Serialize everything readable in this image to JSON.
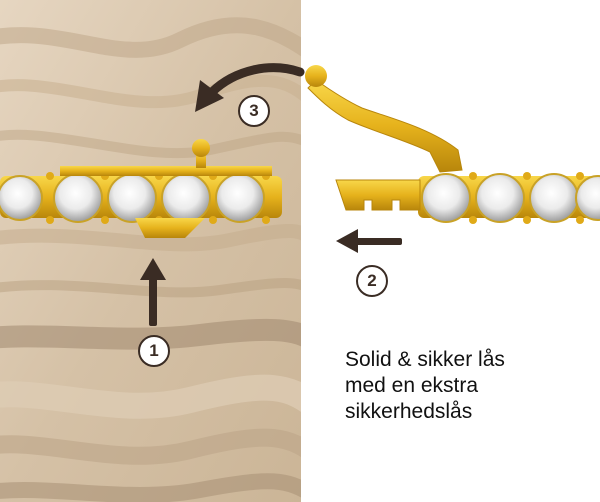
{
  "steps": [
    {
      "number": "1",
      "direction": "up"
    },
    {
      "number": "2",
      "direction": "left"
    },
    {
      "number": "3",
      "direction": "curved-left"
    }
  ],
  "caption": {
    "line1": "Solid & sikker lås",
    "line2": "med en ekstra",
    "line3": "sikkerhedslås"
  },
  "colors": {
    "gold": "#e6b21c",
    "gold_dark": "#b8860b",
    "arrow": "#3a2c24",
    "background_tan": "#d9c6ae",
    "caption_text": "#111111"
  }
}
